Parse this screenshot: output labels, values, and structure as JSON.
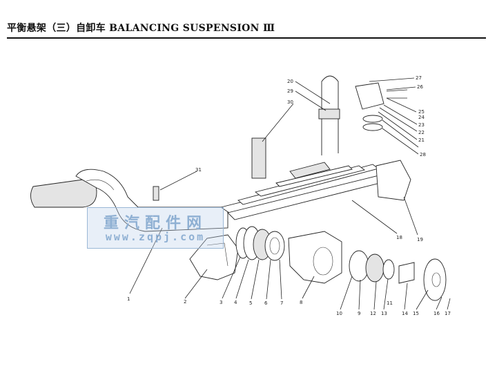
{
  "header": {
    "title": "平衡悬架（三）自卸车 BALANCING SUSPENSION Ⅲ"
  },
  "watermark": {
    "chinese": "重汽配件网",
    "url": "www.zqpj.com"
  },
  "callouts": [
    "1",
    "2",
    "3",
    "4",
    "5",
    "6",
    "7",
    "8",
    "9",
    "10",
    "11",
    "12",
    "13",
    "14",
    "15",
    "16",
    "17",
    "18",
    "19",
    "20",
    "21",
    "22",
    "23",
    "24",
    "25",
    "26",
    "27",
    "28",
    "29",
    "30",
    "31"
  ],
  "colors": {
    "line": "#222222",
    "watermark": "#8fb0d3"
  }
}
